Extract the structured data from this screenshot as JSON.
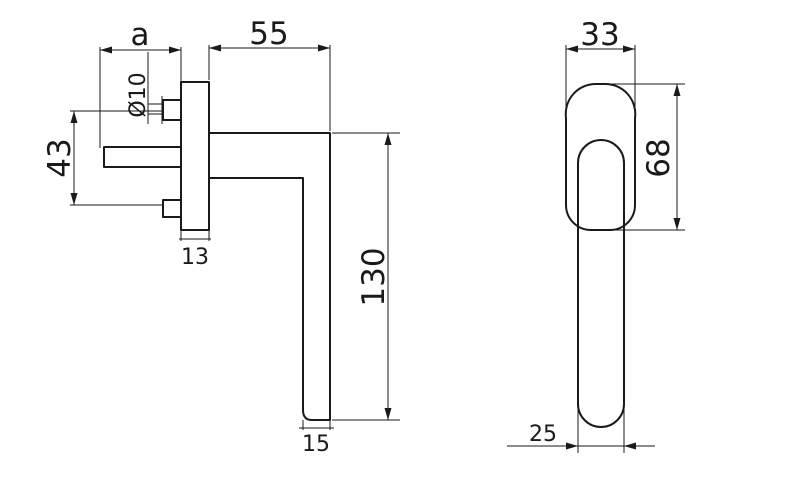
{
  "drawing": {
    "side_view": {
      "dimensions": {
        "a": "a",
        "diameter": "Ø10",
        "length_55": "55",
        "height_43": "43",
        "thickness_13": "13",
        "height_130": "130",
        "width_15": "15"
      }
    },
    "front_view": {
      "dimensions": {
        "width_33": "33",
        "height_68": "68",
        "width_25": "25"
      }
    }
  }
}
